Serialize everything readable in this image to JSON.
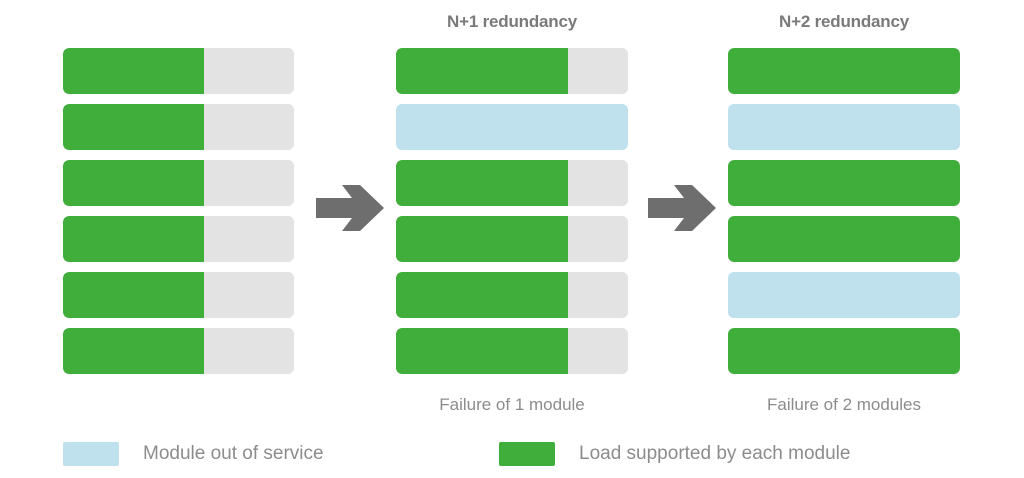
{
  "diagram": {
    "title_color": "#7a7a7a",
    "caption_color": "#8c8c8c",
    "colors": {
      "green": "#3FAE3A",
      "blue": "#BFE1ED",
      "gray": "#E3E3E3",
      "arrow": "#6E6E6E",
      "text": "#8C8C8C"
    },
    "columns": [
      {
        "id": "baseline",
        "title": "",
        "caption": "",
        "module_count": 6,
        "load_percent": 61,
        "modules": [
          {
            "state": "in-service",
            "load_percent": 61
          },
          {
            "state": "in-service",
            "load_percent": 61
          },
          {
            "state": "in-service",
            "load_percent": 61
          },
          {
            "state": "in-service",
            "load_percent": 61
          },
          {
            "state": "in-service",
            "load_percent": 61
          },
          {
            "state": "in-service",
            "load_percent": 61
          }
        ]
      },
      {
        "id": "n-plus-1",
        "title": "N+1 redundancy",
        "caption": "Failure of 1 module",
        "module_count": 6,
        "load_percent": 74,
        "modules": [
          {
            "state": "in-service",
            "load_percent": 74
          },
          {
            "state": "out-of-service",
            "load_percent": 0
          },
          {
            "state": "in-service",
            "load_percent": 74
          },
          {
            "state": "in-service",
            "load_percent": 74
          },
          {
            "state": "in-service",
            "load_percent": 74
          },
          {
            "state": "in-service",
            "load_percent": 74
          }
        ]
      },
      {
        "id": "n-plus-2",
        "title": "N+2 redundancy",
        "caption": "Failure of 2 modules",
        "module_count": 6,
        "load_percent": 100,
        "modules": [
          {
            "state": "in-service",
            "load_percent": 100
          },
          {
            "state": "out-of-service",
            "load_percent": 0
          },
          {
            "state": "in-service",
            "load_percent": 100
          },
          {
            "state": "in-service",
            "load_percent": 100
          },
          {
            "state": "out-of-service",
            "load_percent": 0
          },
          {
            "state": "in-service",
            "load_percent": 100
          }
        ]
      }
    ],
    "arrows": [
      {
        "id": "arrow-1",
        "name": "arrow-right-icon",
        "from": "baseline",
        "to": "n-plus-1"
      },
      {
        "id": "arrow-2",
        "name": "arrow-right-icon",
        "from": "n-plus-1",
        "to": "n-plus-2"
      }
    ],
    "legend": [
      {
        "id": "out-of-service",
        "label": "Module out of service",
        "color": "#BFE1ED"
      },
      {
        "id": "load-supported",
        "label": "Load supported by each module",
        "color": "#3FAE3A"
      }
    ]
  }
}
